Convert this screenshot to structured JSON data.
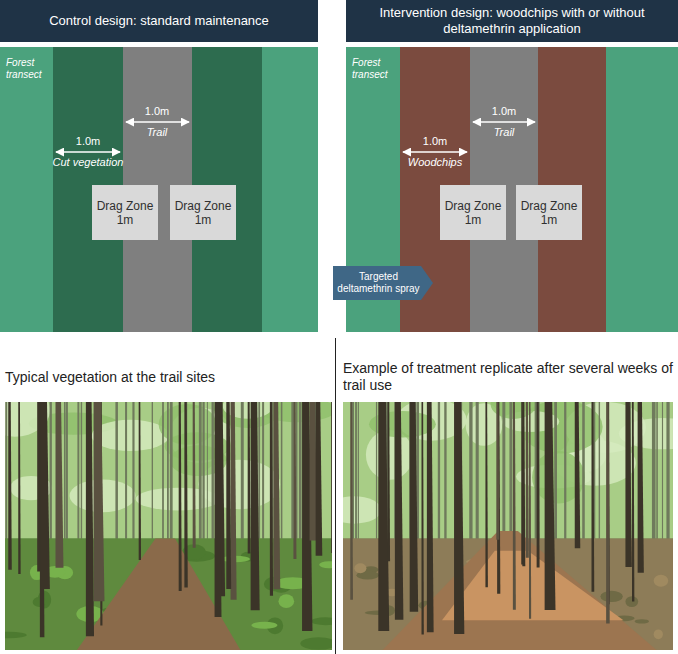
{
  "diagram": {
    "nodes": [
      {
        "text": [
          "Control design: standard maintenance"
        ]
      },
      {
        "text": [
          "Intervention design: woodchips with or without deltamethrin application"
        ]
      },
      {
        "text": [
          "Forest transect"
        ]
      },
      {
        "text": [
          "Drag Zone 1m"
        ],
        "in": 2
      },
      {
        "text": [
          "Drag Zone 1m"
        ],
        "in": 2
      },
      {
        "text": [
          "Forest transect"
        ]
      },
      {
        "text": [
          "Drag Zone 1m"
        ],
        "in": 5
      },
      {
        "text": [
          "Drag Zone 1m"
        ],
        "in": 5
      },
      {
        "text": [
          "Targeted deltamethrin spray"
        ]
      }
    ],
    "labels": [
      "1.0m",
      "Trail",
      "1.0m",
      "Cut vegetation",
      "1.0m",
      "Trail",
      "1.0m",
      "Woodchips",
      "Typical vegetation at the trail sites",
      "Example of treatment replicate after several weeks of trail use"
    ]
  }
}
